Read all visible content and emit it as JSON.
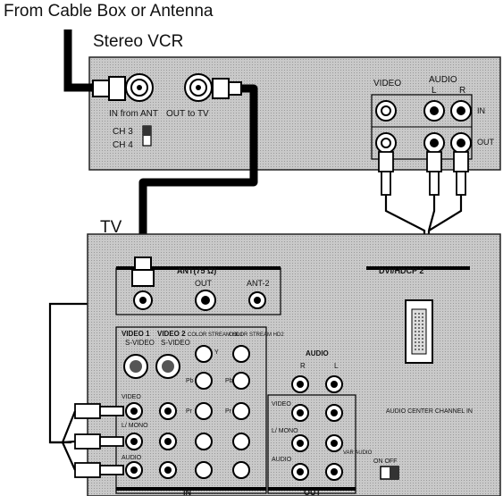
{
  "header": {
    "source_label": "From Cable Box or Antenna"
  },
  "vcr": {
    "title": "Stereo VCR",
    "in_label": "IN from ANT",
    "out_label": "OUT",
    "to_tv_label": "to TV",
    "ch3": "CH 3",
    "ch4": "CH 4",
    "video_label": "VIDEO",
    "audio_label": "AUDIO",
    "l_label": "L",
    "r_label": "R",
    "in_row_label": "IN",
    "out_row_label": "OUT"
  },
  "tv": {
    "title": "TV",
    "ant1_label": "ANT(75 Ω)",
    "out_label": "OUT",
    "ant2_label": "ANT-2",
    "dvi_label": "DVI/HDCP 2",
    "video1_label": "VIDEO 1",
    "video2_label": "VIDEO 2",
    "svideo_label": "S-VIDEO",
    "color_stream1_label": "COLOR STREAM HD1",
    "color_stream2_label": "COLOR STREAM HD2",
    "audio_label": "AUDIO",
    "r_label": "R",
    "l_label": "L",
    "video_label": "VIDEO",
    "l_mono_label": "L/ MONO",
    "var_audio_label": "VAR AUDIO",
    "audio_center_label": "AUDIO CENTER CHANNEL IN",
    "on_off_label": "ON OFF",
    "in_label": "IN",
    "out_label_bottom": "OUT",
    "y_label": "Y",
    "pb_label": "Pb",
    "pr_label": "Pr"
  },
  "colors": {
    "panel_fill": "#c8c8c8",
    "cable": "#000000",
    "accent_line": "#111111"
  }
}
